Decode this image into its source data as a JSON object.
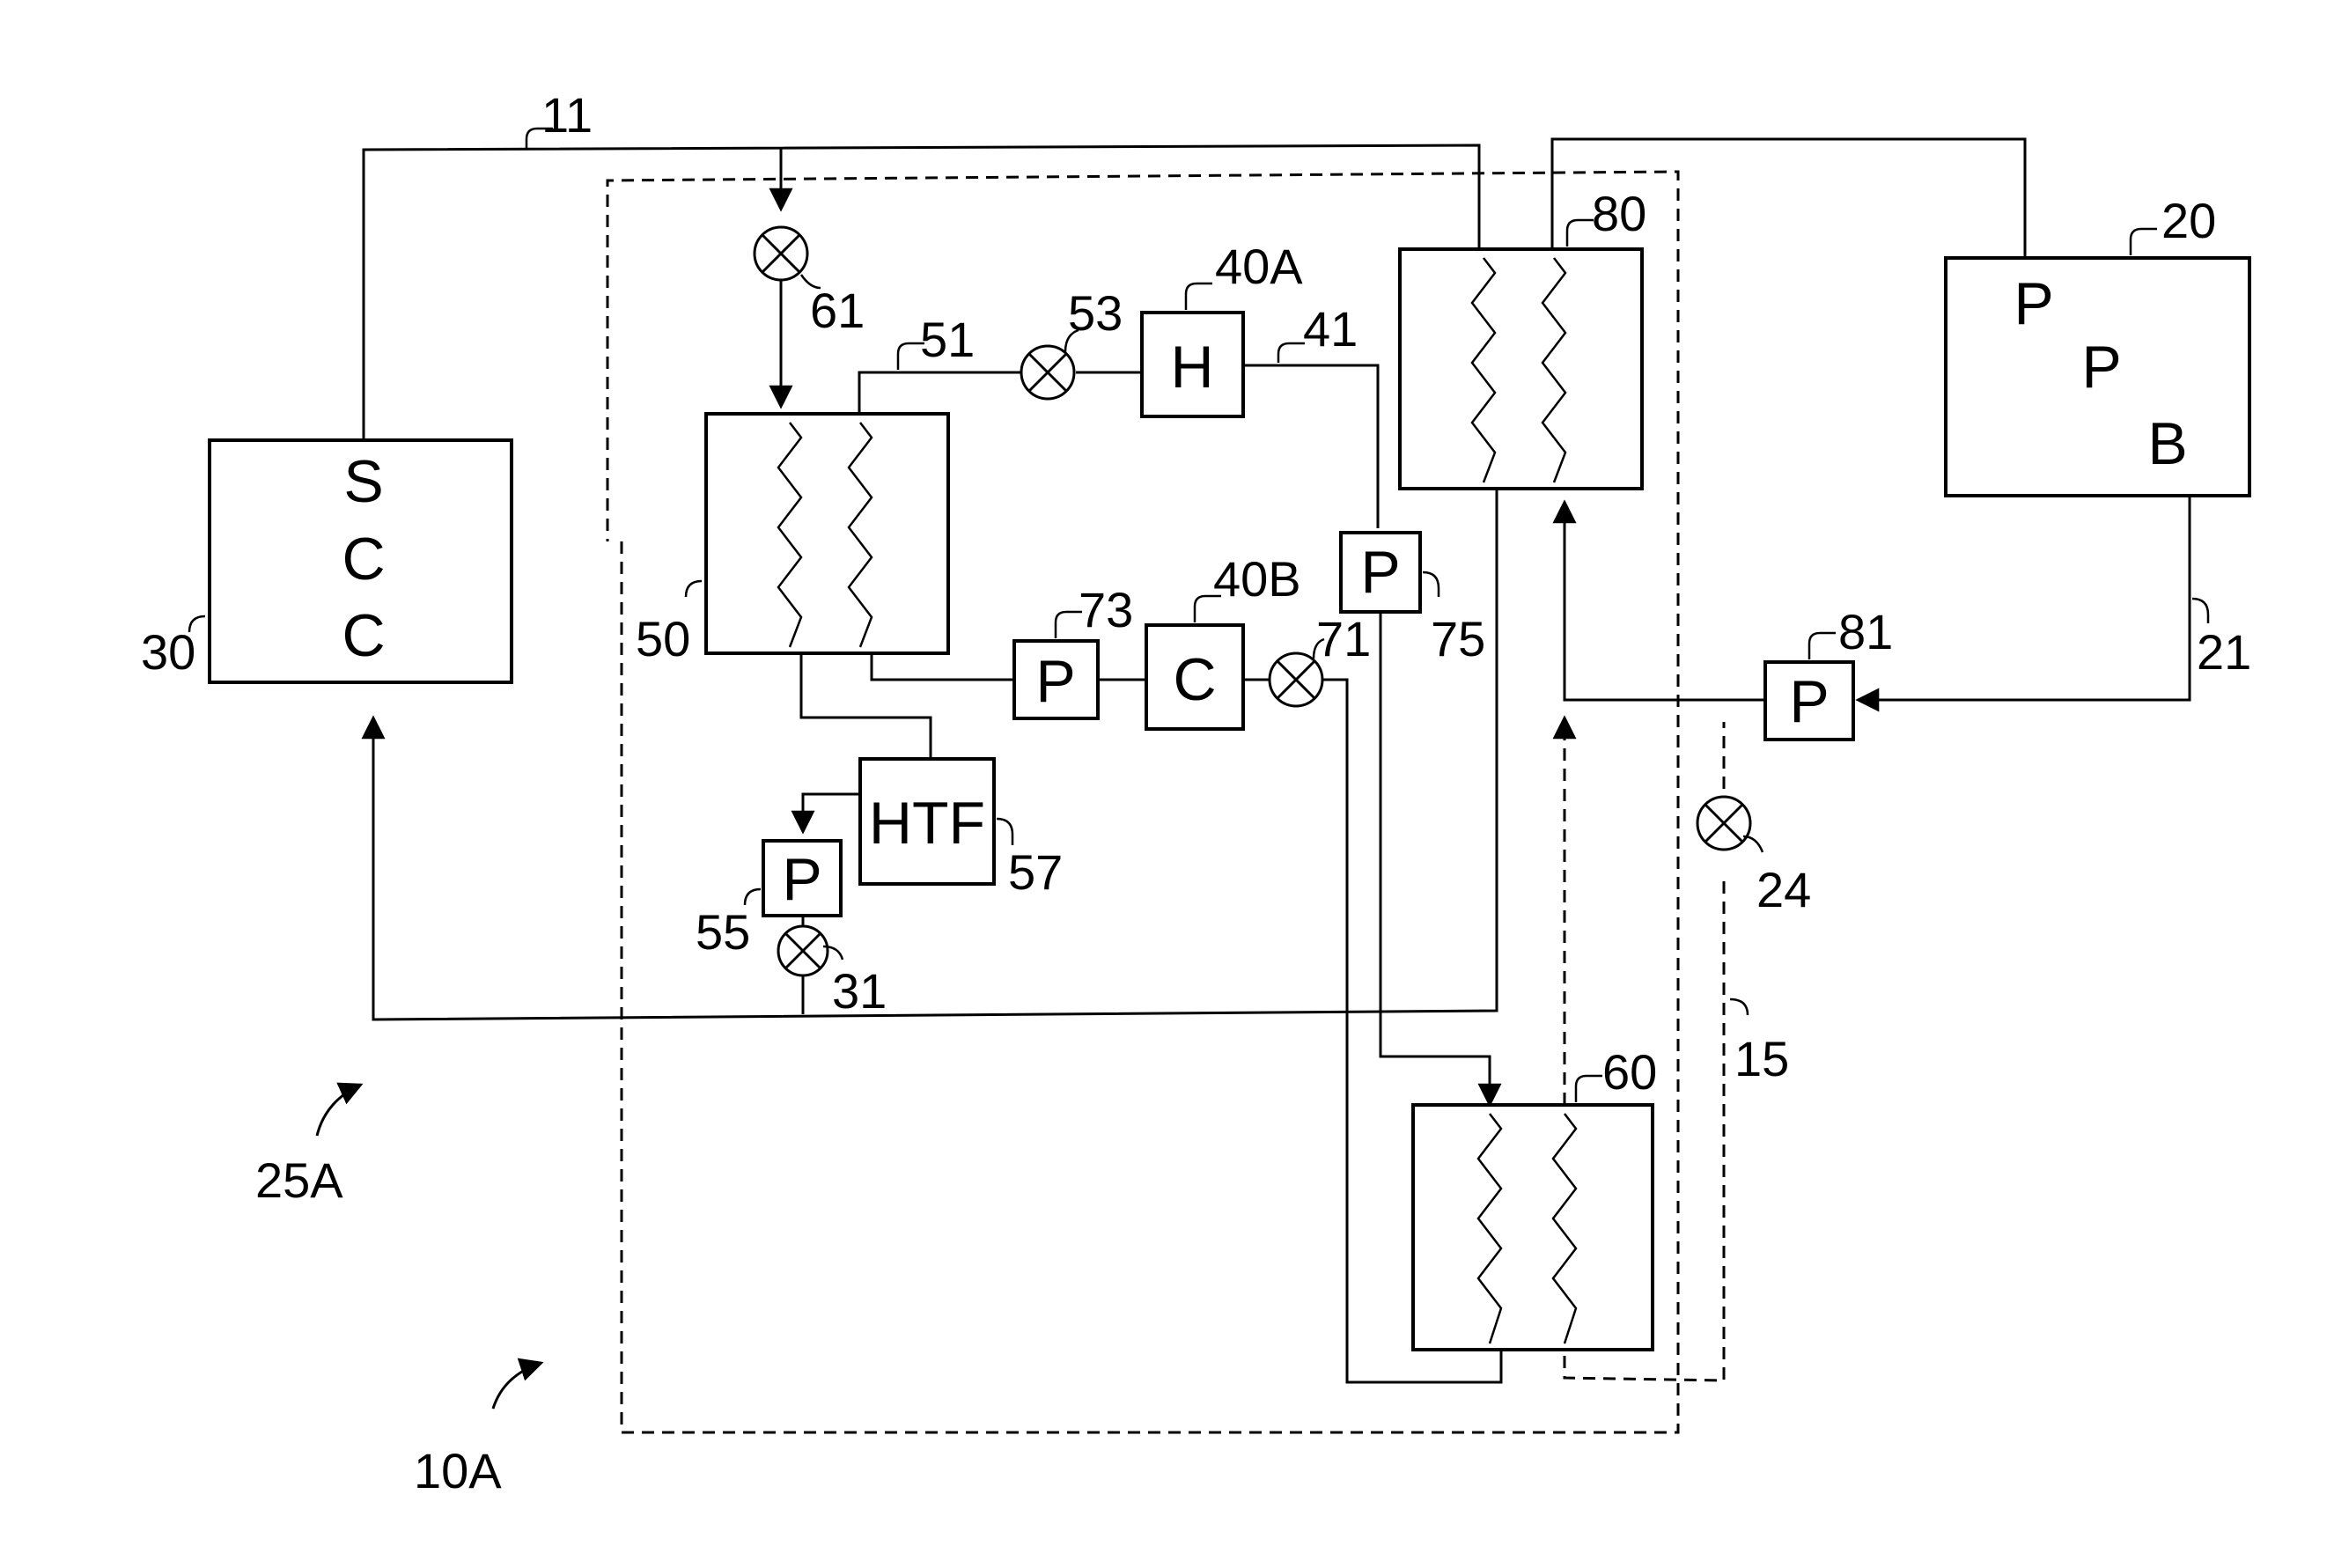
{
  "colors": {
    "ink": "#000000",
    "background": "#ffffff"
  },
  "components": {
    "scc": {
      "ref": "30",
      "letters": [
        "S",
        "C",
        "C"
      ]
    },
    "ppb": {
      "ref": "20",
      "letters": [
        "P",
        "P",
        "B"
      ]
    },
    "hx50": {
      "ref": "50"
    },
    "hx80": {
      "ref": "80"
    },
    "hx60": {
      "ref": "60"
    },
    "heater": {
      "ref": "40A",
      "letter": "H"
    },
    "cooler": {
      "ref": "40B",
      "letter": "C"
    },
    "htf": {
      "ref": "57",
      "letter": "HTF"
    },
    "pump55": {
      "ref": "55",
      "letter": "P"
    },
    "pump73": {
      "ref": "73",
      "letter": "P"
    },
    "pump75": {
      "ref": "75",
      "letter": "P"
    },
    "pump81": {
      "ref": "81",
      "letter": "P"
    }
  },
  "valves": {
    "v61": "61",
    "v53": "53",
    "v71": "71",
    "v31": "31",
    "v24": "24"
  },
  "lines": {
    "l11": "11",
    "l51": "51",
    "l41": "41",
    "l21": "21",
    "l15": "15"
  },
  "systems": {
    "s25a": "25A",
    "s10a": "10A"
  }
}
